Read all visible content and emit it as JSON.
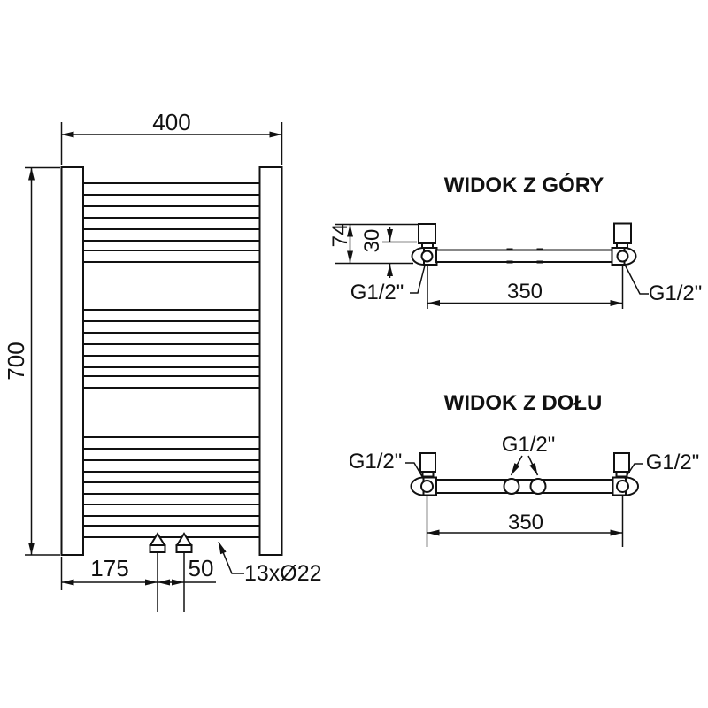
{
  "colors": {
    "background": "#ffffff",
    "line": "#111111"
  },
  "front_view": {
    "width_label": "400",
    "height_label": "700",
    "bottom_offset_label": "175",
    "valve_spacing_label": "50",
    "tubes_label": "13xØ22",
    "tube_count": 13,
    "tube_groups": [
      4,
      4,
      5
    ]
  },
  "top_view": {
    "title": "WIDOK Z GÓRY",
    "depth_label": "74",
    "tube_depth_label": "30",
    "connection_spacing_label": "350",
    "left_connection_label": "G1/2\"",
    "right_connection_label": "G1/2\""
  },
  "bottom_view": {
    "title": "WIDOK Z DOŁU",
    "center_connection_label": "G1/2\"",
    "left_connection_label": "G1/2\"",
    "right_connection_label": "G1/2\"",
    "connection_spacing_label": "350"
  }
}
